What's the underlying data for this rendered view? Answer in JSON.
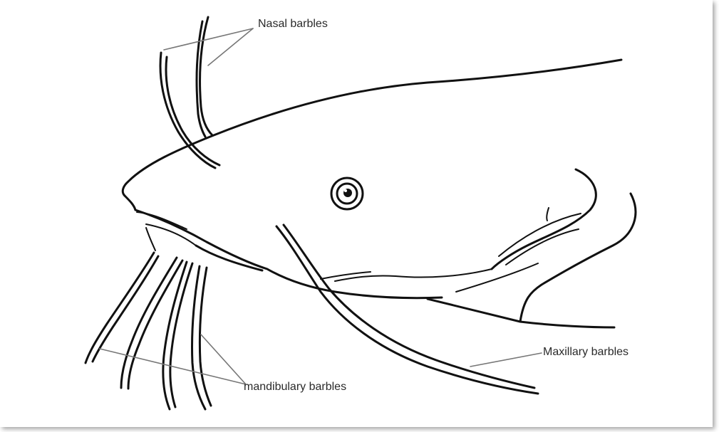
{
  "diagram": {
    "labels": {
      "nasal": "Nasal barbles",
      "maxillary": "Maxillary barbles",
      "mandibulary": "mandibulary barbles"
    }
  }
}
